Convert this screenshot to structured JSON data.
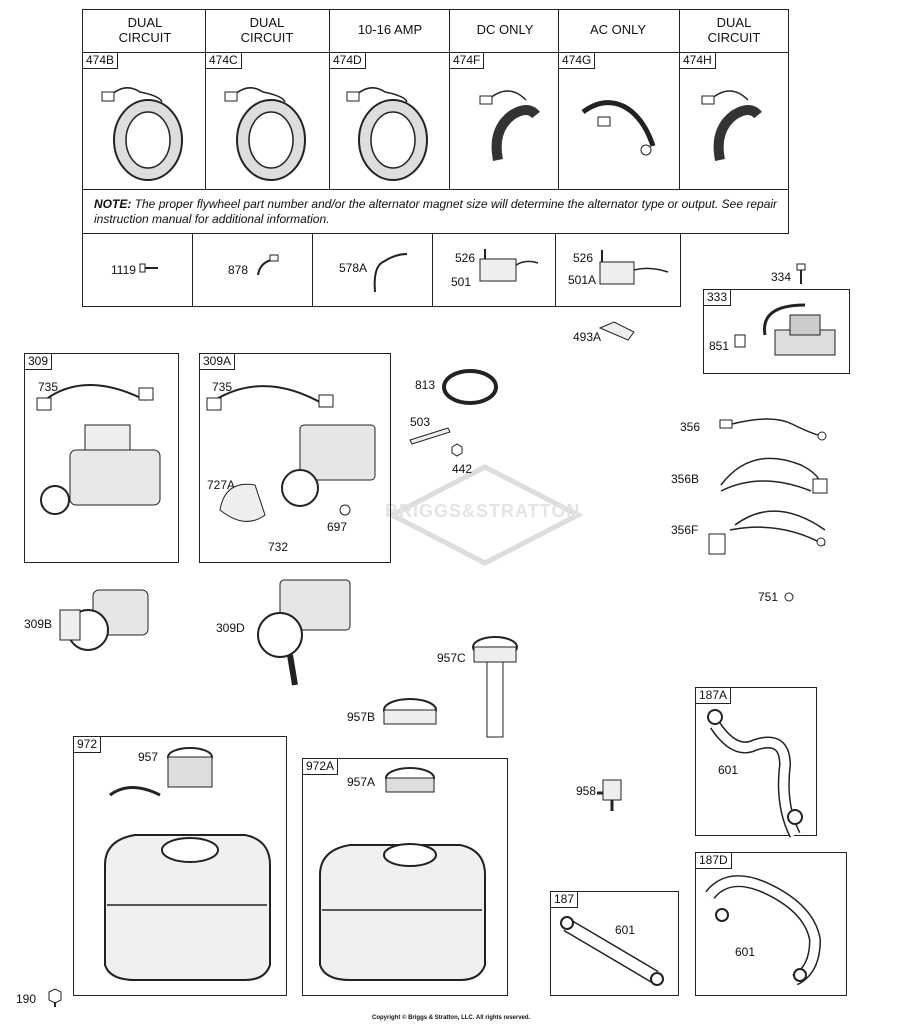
{
  "alternator_table": {
    "headers": [
      "DUAL CIRCUIT",
      "DUAL CIRCUIT",
      "10-16 AMP",
      "DC ONLY",
      "AC ONLY",
      "DUAL CIRCUIT"
    ],
    "part_numbers": [
      "474B",
      "474C",
      "474D",
      "474F",
      "474G",
      "474H"
    ],
    "note_label": "NOTE:",
    "note_text": " The proper flywheel part number and/or the alternator magnet size will determine the alternator type or output. See repair instruction manual for additional information."
  },
  "parts_row": [
    "1119",
    "878",
    "578A",
    "526",
    "501",
    "526",
    "501A"
  ],
  "labels": {
    "p334": "334",
    "p333": "333",
    "p851": "851",
    "p493A": "493A",
    "p309": "309",
    "p735a": "735",
    "p309A": "309A",
    "p735b": "735",
    "p727A": "727A",
    "p697": "697",
    "p732": "732",
    "p813": "813",
    "p503": "503",
    "p442": "442",
    "p356": "356",
    "p356B": "356B",
    "p356F": "356F",
    "p751": "751",
    "p309B": "309B",
    "p309D": "309D",
    "p957C": "957C",
    "p957B": "957B",
    "p187A": "187A",
    "p601a": "601",
    "p972": "972",
    "p957": "957",
    "p972A": "972A",
    "p957A": "957A",
    "p958": "958",
    "p187": "187",
    "p601b": "601",
    "p187D": "187D",
    "p601c": "601",
    "p190": "190"
  },
  "watermark": "BRIGGS&STRATTON",
  "copyright": "Copyright © Briggs & Stratton, LLC. All rights reserved."
}
